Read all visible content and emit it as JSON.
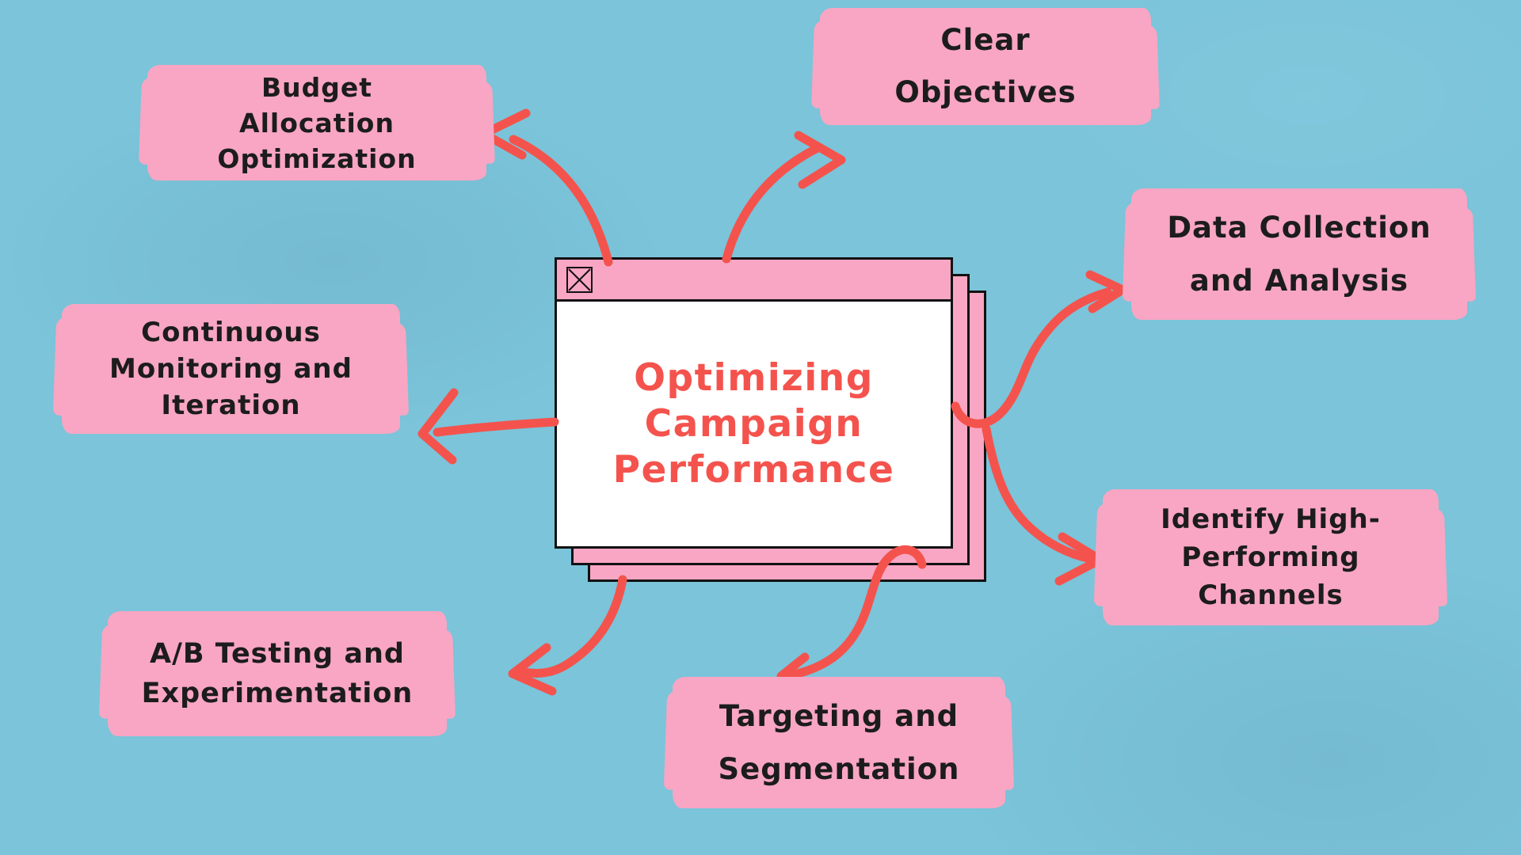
{
  "palette": {
    "background_blue": "#7BC4DA",
    "node_pink": "#F8A6C3",
    "accent_red": "#F4534D",
    "text_black": "#1C1C1C",
    "window_body_white": "#FFFFFF",
    "outline_black": "#111111"
  },
  "window": {
    "close_icon": "close-x-icon",
    "title_line1": "Optimizing",
    "title_line2": "Campaign",
    "title_line3": "Performance"
  },
  "nodes": {
    "budget": {
      "line1": "Budget",
      "line2": "Allocation",
      "line3": "Optimization"
    },
    "objectives": {
      "line1": "Clear",
      "line2": "Objectives"
    },
    "data_collection": {
      "line1": "Data Collection",
      "line2": "and Analysis"
    },
    "monitoring": {
      "line1": "Continuous",
      "line2": "Monitoring and",
      "line3": "Iteration"
    },
    "identify": {
      "line1": "Identify High-",
      "line2": "Performing",
      "line3": "Channels"
    },
    "ab_testing": {
      "line1": "A/B Testing and",
      "line2": "Experimentation"
    },
    "targeting": {
      "line1": "Targeting and",
      "line2": "Segmentation"
    }
  }
}
